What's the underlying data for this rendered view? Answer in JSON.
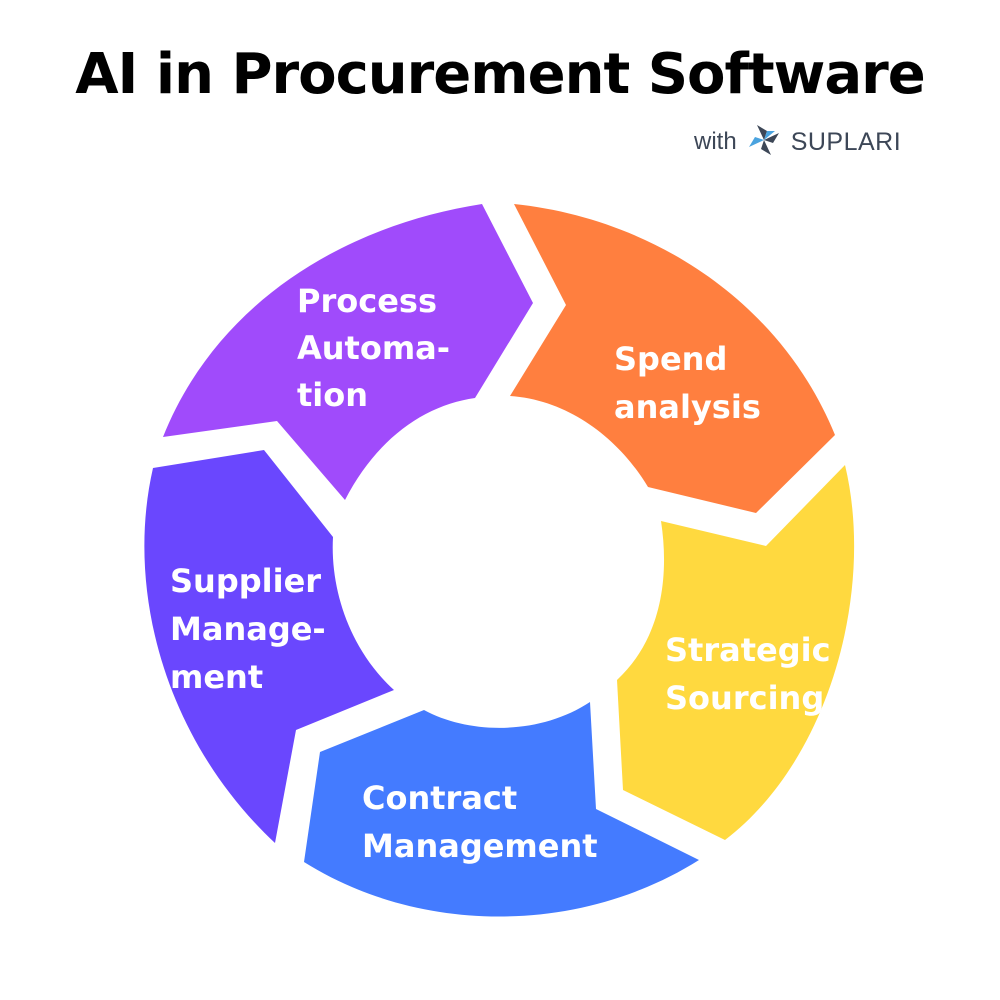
{
  "title": "AI in Procurement Software",
  "brand": {
    "prefix": "with",
    "name": "SUPLARI",
    "logo_icon": "suplari-pinwheel-icon",
    "logo_colors": [
      "#4aa3df",
      "#3d4757"
    ]
  },
  "cycle": {
    "center_color": "#ffffff",
    "segments": [
      {
        "id": "process-automation",
        "lines": [
          "Process",
          "Automa-",
          "tion"
        ],
        "color": "#a04bfb"
      },
      {
        "id": "spend-analysis",
        "lines": [
          "Spend",
          "analysis"
        ],
        "color": "#ff7f3f"
      },
      {
        "id": "strategic-sourcing",
        "lines": [
          "Strategic",
          "Sourcing"
        ],
        "color": "#ffd93f"
      },
      {
        "id": "contract-management",
        "lines": [
          "Contract",
          "Management"
        ],
        "color": "#447bff"
      },
      {
        "id": "supplier-management",
        "lines": [
          "Supplier",
          "Manage-",
          "ment"
        ],
        "color": "#6a47fe"
      }
    ]
  }
}
